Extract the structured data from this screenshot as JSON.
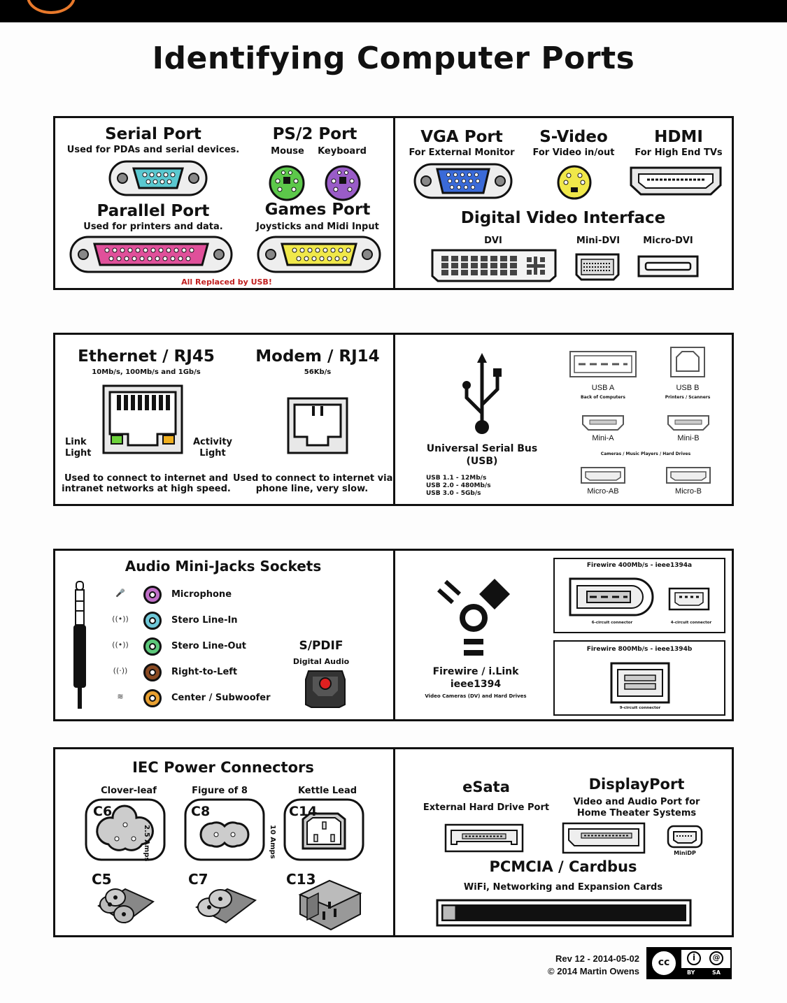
{
  "title": "Identifying Computer Ports",
  "legacy": {
    "serial": {
      "title": "Serial Port",
      "desc": "Used for PDAs and serial devices."
    },
    "ps2": {
      "title": "PS/2 Port",
      "mouse": "Mouse",
      "keyboard": "Keyboard"
    },
    "parallel": {
      "title": "Parallel Port",
      "desc": "Used for printers and data."
    },
    "games": {
      "title": "Games Port",
      "desc": "Joysticks and Midi Input"
    },
    "note": "All Replaced by USB!"
  },
  "video": {
    "vga": {
      "title": "VGA Port",
      "desc": "For External Monitor"
    },
    "svideo": {
      "title": "S-Video",
      "desc": "For Video in/out"
    },
    "hdmi": {
      "title": "HDMI",
      "desc": "For High End TVs"
    },
    "dvi": {
      "title": "Digital Video Interface",
      "dvi": "DVI",
      "mini": "Mini-DVI",
      "micro": "Micro-DVI"
    }
  },
  "network": {
    "ethernet": {
      "title": "Ethernet / RJ45",
      "speed": "10Mb/s, 100Mb/s and 1Gb/s",
      "link": "Link\nLight",
      "activity": "Activity\nLight",
      "desc": "Used to connect to internet and\nintranet networks at high speed."
    },
    "modem": {
      "title": "Modem / RJ14",
      "speed": "56Kb/s",
      "desc": "Used to connect to internet via\nphone line, very slow."
    }
  },
  "usb": {
    "title": "Universal Serial Bus\n(USB)",
    "speeds": [
      "USB 1.1 - 12Mb/s",
      "USB 2.0 - 480Mb/s",
      "USB 3.0 - 5Gb/s"
    ],
    "usba": "USB A",
    "usba_sub": "Back of Computers",
    "usbb": "USB B",
    "usbb_sub": "Printers / Scanners",
    "minia": "Mini-A",
    "minib": "Mini-B",
    "mini_sub": "Cameras / Music Players / Hard Drives",
    "microab": "Micro-AB",
    "microb": "Micro-B"
  },
  "audio": {
    "title": "Audio Mini-Jacks Sockets",
    "jacks": [
      {
        "label": "Microphone",
        "color": "#c06fc8"
      },
      {
        "label": "Stero Line-In",
        "color": "#6ec8d8"
      },
      {
        "label": "Stero Line-Out",
        "color": "#5cc87a"
      },
      {
        "label": "Right-to-Left",
        "color": "#8a4a22"
      },
      {
        "label": "Center / Subwoofer",
        "color": "#e8a030"
      }
    ],
    "spdif": "S/PDIF",
    "spdif_sub": "Digital Audio"
  },
  "firewire": {
    "title": "Firewire / i.Link\nieee1394",
    "desc": "Video Cameras (DV) and Hard Drives",
    "fw400": "Firewire 400Mb/s  -  ieee1394a",
    "six": "6-circuit connector",
    "four": "4-circuit connector",
    "fw800": "Firewire 800Mb/s  -  ieee1394b",
    "nine": "9-circuit connector"
  },
  "power": {
    "title": "IEC Power Connectors",
    "clover": "Clover-leaf",
    "fig8": "Figure of 8",
    "kettle": "Kettle Lead",
    "c6": "C6",
    "c8": "C8",
    "c14": "C14",
    "c5": "C5",
    "c7": "C7",
    "c13": "C13",
    "amps25": "2.5 Amps",
    "amps10": "10 Amps"
  },
  "storage": {
    "esata": "eSata",
    "esata_desc": "External Hard Drive Port",
    "dp": "DisplayPort",
    "dp_desc": "Video and Audio Port for\nHome Theater Systems",
    "minidp": "MiniDP",
    "pcmcia": "PCMCIA / Cardbus",
    "pcmcia_desc": "WiFi, Networking and Expansion Cards"
  },
  "footer": {
    "rev": "Rev 12 - 2014-05-02",
    "copy": "© 2014 Martin Owens",
    "cc": "cc",
    "by": "BY",
    "sa": "SA"
  },
  "colors": {
    "serial": "#5ac8d0",
    "ps2_mouse": "#5cc84a",
    "ps2_kbd": "#9a5cc8",
    "parallel": "#e0509a",
    "games": "#f0e84a",
    "vga": "#3a6ad8",
    "svideo": "#f0e84a",
    "led_link": "#6cd23a",
    "led_activity": "#f0b020",
    "spdif_red": "#e02020",
    "note_red": "#c02020"
  }
}
